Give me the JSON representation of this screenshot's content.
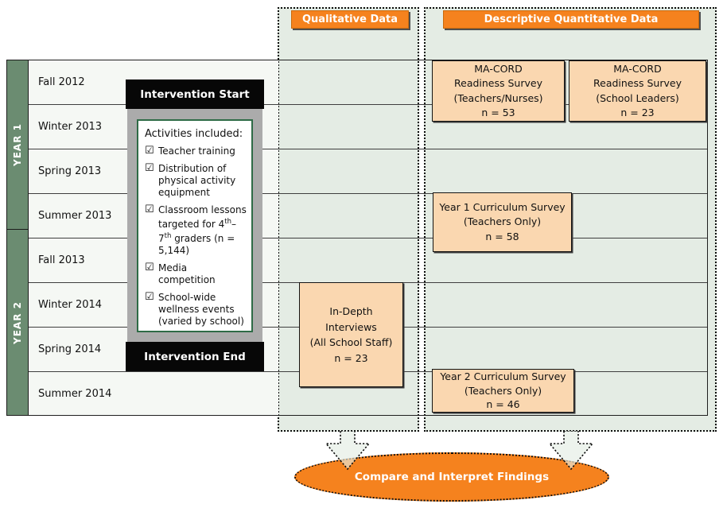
{
  "timeline": {
    "year_groups": [
      {
        "label": "YEAR 1"
      },
      {
        "label": "YEAR 2"
      }
    ],
    "rows": [
      "Fall 2012",
      "Winter 2013",
      "Spring 2013",
      "Summer 2013",
      "Fall 2013",
      "Winter 2014",
      "Spring 2014",
      "Summer 2014"
    ]
  },
  "intervention": {
    "start_label": "Intervention Start",
    "end_label": "Intervention End",
    "activities_title": "Activities included:",
    "checkbox_glyph": "☑",
    "items": [
      "Teacher training",
      "Distribution of physical activity equipment",
      {
        "pre": "Classroom lessons targeted for 4",
        "sup_a": "th",
        "dash": "–7",
        "sup_b": "th",
        "post": " graders (n = 5,144)"
      },
      "Media competition",
      "School-wide wellness events (varied by school)"
    ]
  },
  "qualitative": {
    "header": "Qualitative Data",
    "in_depth_box": {
      "lines": [
        "In-Depth",
        "Interviews",
        "(All School Staff)",
        "n = 23"
      ]
    }
  },
  "quantitative": {
    "header": "Descriptive Quantitative Data",
    "macord_teachers_box": {
      "lines": [
        "MA-CORD",
        "Readiness Survey",
        "(Teachers/Nurses)",
        "n = 53"
      ]
    },
    "macord_leaders_box": {
      "lines": [
        "MA-CORD",
        "Readiness Survey",
        "(School Leaders)",
        "n = 23"
      ]
    },
    "year1_survey_box": {
      "lines": [
        "Year 1 Curriculum Survey",
        "(Teachers Only)",
        "n = 58"
      ]
    },
    "year2_survey_box": {
      "lines": [
        "Year 2 Curriculum Survey",
        "(Teachers Only)",
        "n = 46"
      ]
    }
  },
  "conclusion": {
    "label": "Compare and Interpret Findings"
  },
  "colors": {
    "accent_orange": "#f5821e",
    "peach_box": "#fad7b0",
    "panel_green": "#e4ece4",
    "year_bar_green": "#6b8c71",
    "intervention_black": "#070707",
    "frame_gray": "#ababab",
    "inner_border_green": "#2e6b46"
  }
}
